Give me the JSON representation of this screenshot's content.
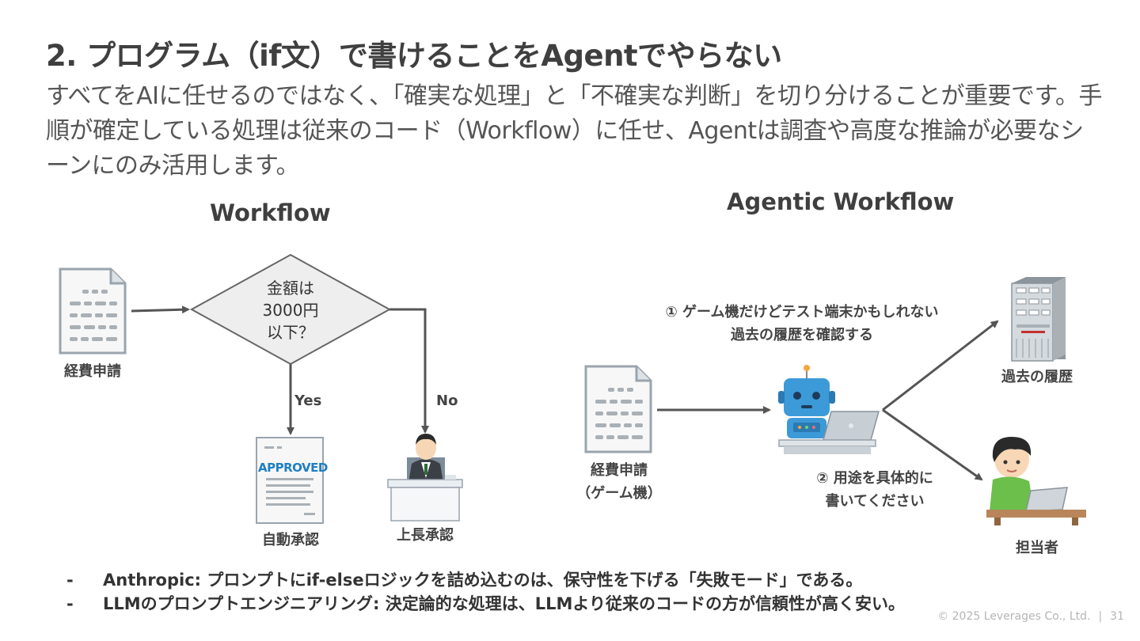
{
  "slide": {
    "title": "2. プログラム（if文）で書けることをAgentでやらない",
    "lead": "すべてをAIに任せるのではなく、「確実な処理」と「不確実な判断」を切り分けることが重要です。手順が確定している処理は従来のコード（Workflow）に任せ、Agentは調査や高度な推論が必要なシーンにのみ活用します。"
  },
  "workflow": {
    "heading": "Workflow",
    "doc_label": "経費申請",
    "decision_lines": [
      "金額は",
      "3000円",
      "以下？"
    ],
    "yes_label": "Yes",
    "no_label": "No",
    "stamp_text": "APPROVED",
    "auto_label": "自動承認",
    "boss_label": "上長承認"
  },
  "agentic": {
    "heading": "Agentic Workflow",
    "doc_label_1": "経費申請",
    "doc_label_2": "（ゲーム機）",
    "note1_line1": "① ゲーム機だけどテスト端末かもしれない",
    "note1_line2": "過去の履歴を確認する",
    "note2_line1": "② 用途を具体的に",
    "note2_line2": "書いてください",
    "history_label": "過去の履歴",
    "person_label": "担当者"
  },
  "bullets": [
    {
      "dash": "-",
      "text": "Anthropic: プロンプトにif-elseロジックを詰め込むのは、保守性を下げる「失敗モード」である。"
    },
    {
      "dash": "-",
      "text": "LLMのプロンプトエンジニアリング: 決定論的な処理は、LLMより従来のコードの方が信頼性が高く安い。"
    }
  ],
  "footer": {
    "copyright": "© 2025 Leverages Co., Ltd.",
    "separator": "|",
    "page": "31"
  },
  "colors": {
    "arrow": "#555555",
    "diamond_fill": "#eeeeee",
    "stamp": "#1f7fc4",
    "robot": "#3d9ad8",
    "shirt": "#6bbf4a",
    "desk": "#b8865a"
  }
}
